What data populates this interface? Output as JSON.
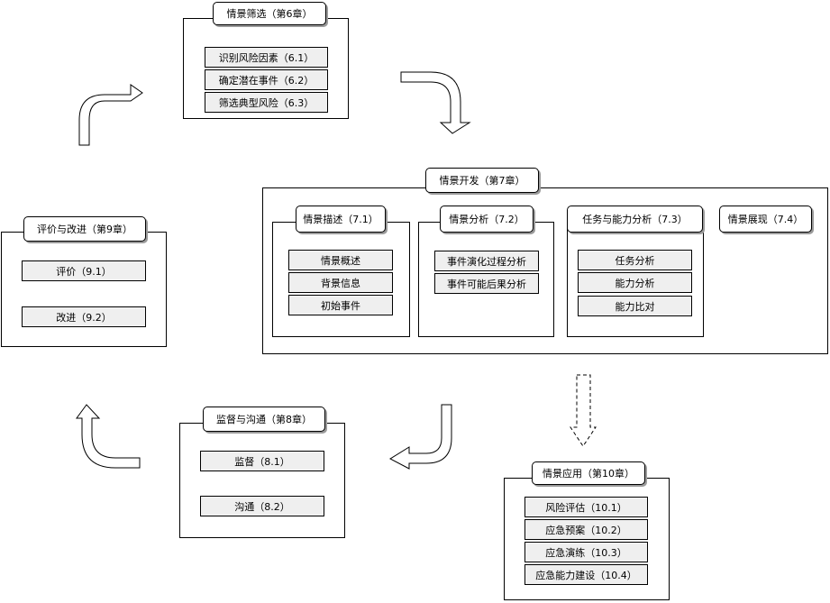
{
  "screening": {
    "title": "情景筛选（第6章）",
    "items": [
      "识别风险因素（6.1）",
      "确定潜在事件（6.2）",
      "筛选典型风险（6.3）"
    ]
  },
  "development": {
    "title": "情景开发（第7章）",
    "description": {
      "title": "情景描述（7.1）",
      "items": [
        "情景概述",
        "背景信息",
        "初始事件"
      ]
    },
    "analysis": {
      "title": "情景分析（7.2）",
      "items": [
        "事件演化过程分析",
        "事件可能后果分析"
      ]
    },
    "capability": {
      "title": "任务与能力分析（7.3）",
      "items": [
        "任务分析",
        "能力分析",
        "能力比对"
      ]
    },
    "presentation": {
      "title": "情景展现（7.4）"
    }
  },
  "evaluation": {
    "title": "评价与改进（第9章）",
    "items": [
      "评价（9.1）",
      "改进（9.2）"
    ]
  },
  "supervision": {
    "title": "监督与沟通（第8章）",
    "items": [
      "监督（8.1）",
      "沟通（8.2）"
    ]
  },
  "application": {
    "title": "情景应用（第10章）",
    "items": [
      "风险评估（10.1）",
      "应急预案（10.2）",
      "应急演练（10.3）",
      "应急能力建设（10.4）"
    ]
  }
}
